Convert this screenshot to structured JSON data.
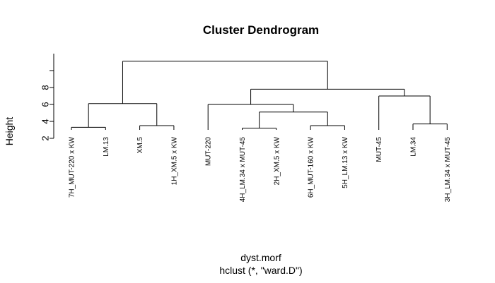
{
  "chart_data": {
    "type": "dendrogram",
    "title": "Cluster Dendrogram",
    "xlabel": "dyst.morf",
    "sublabel": "hclust (*, \"ward.D\")",
    "ylabel": "Height",
    "yticks": [
      2,
      4,
      6,
      8
    ],
    "leaves": [
      "7H_MUT-220 x KW",
      "LM.13",
      "XM.5",
      "1H_XM.5 x KW",
      "MUT-220",
      "4H_LM.34 x MUT-45",
      "2H_XM.5 x KW",
      "6H_MUT-160 x KW",
      "5H_LM.13 x KW",
      "MUT-45",
      "LM.34",
      "3H_LM.34 x MUT-45"
    ],
    "merges": [
      {
        "left": "7H_MUT-220 x KW",
        "right": "LM.13",
        "height": 3.3
      },
      {
        "left": "XM.5",
        "right": "1H_XM.5 x KW",
        "height": 3.5
      },
      {
        "left": "6H_MUT-160 x KW",
        "right": "5H_LM.13 x KW",
        "height": 3.5
      },
      {
        "left": "4H_LM.34 x MUT-45",
        "right": "2H_XM.5 x KW",
        "height": 3.2
      },
      {
        "left": "LM.34",
        "right": "3H_LM.34 x MUT-45",
        "height": 3.7
      },
      {
        "left": 0,
        "right": 1,
        "height": 6.1
      },
      {
        "left": 3,
        "right": 2,
        "height": 5.1
      },
      {
        "left": "MUT-220",
        "right": 6,
        "height": 6.0
      },
      {
        "left": "MUT-45",
        "right": 4,
        "height": 7.0
      },
      {
        "left": 7,
        "right": 8,
        "height": 7.8
      },
      {
        "left": 5,
        "right": 9,
        "height": 11.1
      }
    ]
  }
}
